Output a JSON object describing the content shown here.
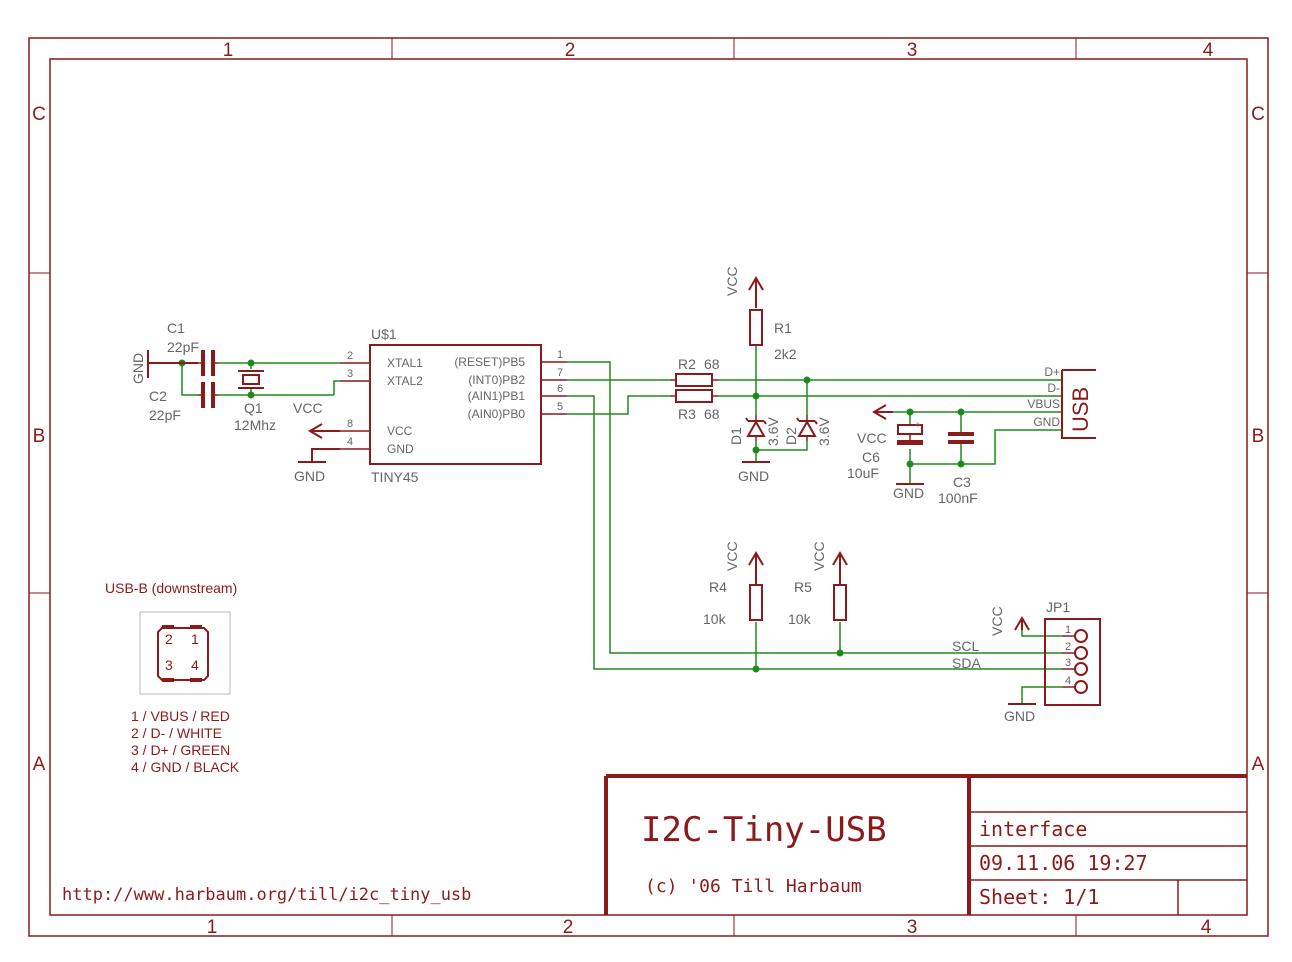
{
  "frame": {
    "columns": [
      "1",
      "2",
      "3",
      "4"
    ],
    "rows": [
      "C",
      "B",
      "A"
    ]
  },
  "title_block": {
    "title": "I2C-Tiny-USB",
    "copyright": "(c) '06 Till Harbaum",
    "sheet_name": "interface",
    "datetime": "09.11.06 19:27",
    "sheet": "Sheet: 1/1"
  },
  "url": "http://www.harbaum.org/till/i2c_tiny_usb",
  "mcu": {
    "ref": "U$1",
    "part": "TINY45",
    "pins_left": [
      {
        "num": "2",
        "name": "XTAL1"
      },
      {
        "num": "3",
        "name": "XTAL2"
      },
      {
        "num": "8",
        "name": "VCC"
      },
      {
        "num": "4",
        "name": "GND"
      }
    ],
    "pins_right": [
      {
        "num": "1",
        "name": "(RESET)PB5"
      },
      {
        "num": "7",
        "name": "(INT0)PB2"
      },
      {
        "num": "6",
        "name": "(AIN1)PB1"
      },
      {
        "num": "5",
        "name": "(AIN0)PB0"
      }
    ]
  },
  "parts": {
    "c1": {
      "ref": "C1",
      "value": "22pF"
    },
    "c2": {
      "ref": "C2",
      "value": "22pF"
    },
    "q1": {
      "ref": "Q1",
      "value": "12Mhz"
    },
    "r1": {
      "ref": "R1",
      "value": "2k2"
    },
    "r2": {
      "ref": "R2",
      "value": "68"
    },
    "r3": {
      "ref": "R3",
      "value": "68"
    },
    "r4": {
      "ref": "R4",
      "value": "10k"
    },
    "r5": {
      "ref": "R5",
      "value": "10k"
    },
    "d1": {
      "ref": "D1",
      "value": "3.6V"
    },
    "d2": {
      "ref": "D2",
      "value": "3.6V"
    },
    "c6": {
      "ref": "C6",
      "value": "10uF"
    },
    "c3": {
      "ref": "C3",
      "value": "100nF"
    },
    "jp1": {
      "ref": "JP1",
      "pins": [
        "1",
        "2",
        "3",
        "4"
      ]
    }
  },
  "nets": {
    "vcc": "VCC",
    "gnd": "GND",
    "scl": "SCL",
    "sda": "SDA",
    "plus": "+"
  },
  "usb": {
    "label": "USB",
    "pins": [
      "D+",
      "D-",
      "VBUS",
      "GND"
    ]
  },
  "usb_b_info": {
    "title": "USB-B (downstream)",
    "pin_numbers": [
      "2",
      "1",
      "3",
      "4"
    ],
    "legend": [
      "1 / VBUS / RED",
      "2 / D- / WHITE",
      "3 / D+ / GREEN",
      "4 / GND / BLACK"
    ]
  },
  "colors": {
    "symbol": "#8b1a1a",
    "wire": "#1e8a1e",
    "part_text": "#666666"
  }
}
